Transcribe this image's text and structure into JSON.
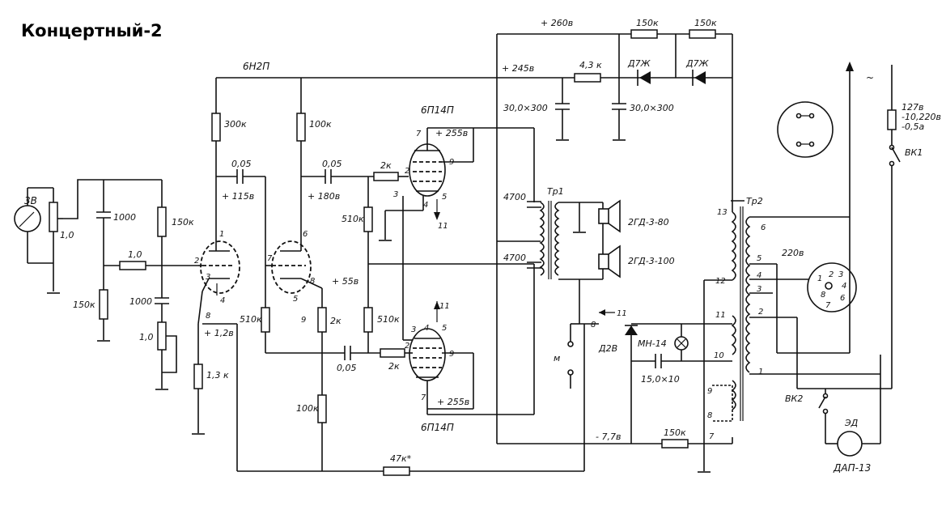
{
  "title": "Концертный-2",
  "labels": {
    "pickup": "3В",
    "pot_in": "1,0",
    "c_1000a": "1000",
    "c_1000b": "1000",
    "r_150k_a": "150к",
    "r_150k_b": "150к",
    "r_1_0": "1,0",
    "pot_tone": "1,0",
    "r_300k": "300к",
    "r_100k_a": "100к",
    "r_100k_b": "100к",
    "tube_6n2p": "6Н2П",
    "c_005_a": "0,05",
    "c_005_b": "0,05",
    "c_005_c": "0,05",
    "v_115": "+ 115в",
    "v_180": "+ 180в",
    "v_55": "+ 55в",
    "v_12": "+ 1,2в",
    "r_510k_a": "510к",
    "r_510k_b": "510к",
    "r_510k_c": "510к",
    "r_2k_a": "2к",
    "r_2k_b": "2к",
    "r_2k_c": "2к",
    "r_13k": "1,3 к",
    "r_47k": "47к*",
    "tube_6p14p_top": "6П14П",
    "tube_6p14p_bot": "6П14П",
    "v_255_top": "+ 255в",
    "v_255_bot": "+ 255в",
    "v_260": "+ 260в",
    "v_245": "+ 245в",
    "r_43k": "4,3 к",
    "r_150k_c": "150к",
    "r_150k_d": "150к",
    "r_150k_e": "150к",
    "diode_d7zh_a": "Д7Ж",
    "diode_d7zh_b": "Д7Ж",
    "cap_30_a": "30,0×300",
    "cap_30_b": "30,0×300",
    "c_4700_a": "4700",
    "c_4700_b": "4700",
    "tr1": "Тр1",
    "tr2": "Тр2",
    "spk1": "2ГД-3-80",
    "spk2": "2ГД-3-100",
    "d2v": "Д2В",
    "lamp": "МН-14",
    "cap_15": "15,0×10",
    "v_neg": "- 7,7в",
    "m": "м",
    "mains_v": "127в",
    "mains_v2": "-10,220в",
    "fuse": "-0,5а",
    "vk1": "ВК1",
    "vk2": "ВК2",
    "v_220": "220в",
    "motor": "ЭД",
    "motor_type": "ДАП-13",
    "ac": "~",
    "pin_1": "1",
    "pin_2": "2",
    "pin_3": "3",
    "pin_4": "4",
    "pin_5": "5",
    "pin_6": "6",
    "pin_7": "7",
    "pin_8": "8",
    "pin_9": "9",
    "pin_10": "10",
    "pin_11": "11",
    "pin_12": "12",
    "pin_13": "13"
  }
}
